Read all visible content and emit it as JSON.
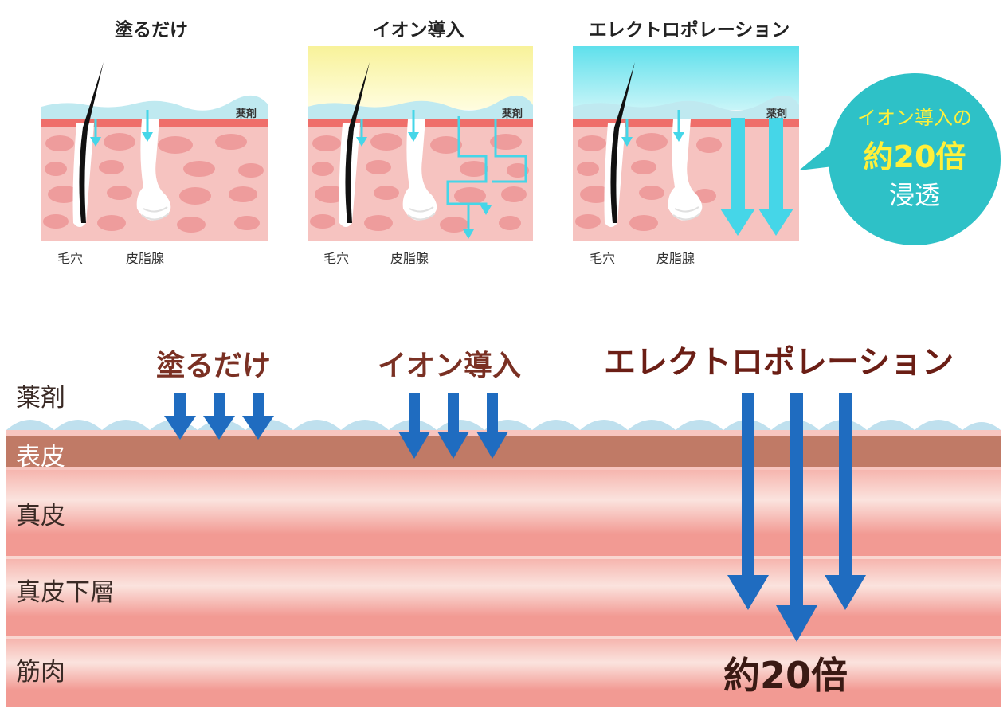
{
  "top": {
    "panels": [
      {
        "title": "塗るだけ",
        "agent": "薬剤",
        "pore": "毛穴",
        "gland": "皮脂腺"
      },
      {
        "title": "イオン導入",
        "agent": "薬剤",
        "pore": "毛穴",
        "gland": "皮脂腺"
      },
      {
        "title": "エレクトロポレーション",
        "agent": "薬剤",
        "pore": "毛穴",
        "gland": "皮脂腺"
      }
    ],
    "bubble": {
      "line1": "イオン導入の",
      "line2": "約20倍",
      "line3": "浸透"
    }
  },
  "bottom": {
    "headings": {
      "apply_only": "塗るだけ",
      "ion": "イオン導入",
      "electro": "エレクトロポレーション"
    },
    "layers": {
      "agent": "薬剤",
      "epidermis": "表皮",
      "dermis": "真皮",
      "lower_dermis": "真皮下層",
      "muscle": "筋肉"
    },
    "result": "約20倍"
  },
  "colors": {
    "skin": "#f6c3c0",
    "cell": "#ee9c9c",
    "agent_top": "#bfe9f0",
    "arrow_cyan": "#45d6e8",
    "arrow_blue": "#1f6cc0",
    "epidermis": "#c07a66",
    "heading_brown": "#7a3023",
    "bubble": "#2ec1c7",
    "bubble_highlight": "#fff03a"
  }
}
